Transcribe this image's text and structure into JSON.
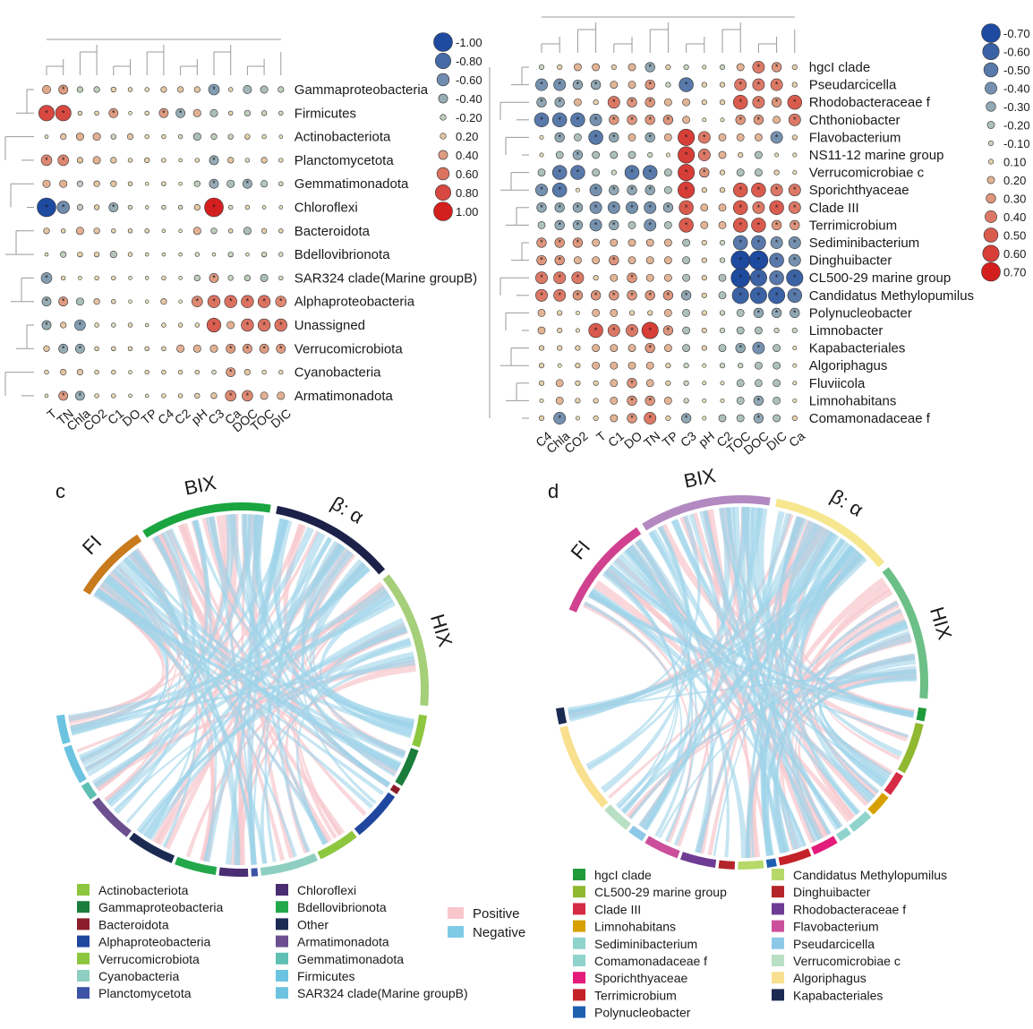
{
  "chart_data": [
    {
      "type": "heatmap",
      "panel": "a",
      "rows": [
        "Gammaproteobacteria",
        "Firmicutes",
        "Actinobacteriota",
        "Planctomycetota",
        "Gemmatimonadota",
        "Chloroflexi",
        "Bacteroidota",
        "Bdellovibrionota",
        "SAR324 clade(Marine groupB)",
        "Alphaproteobacteria",
        "Unassigned",
        "Verrucomicrobiota",
        "Cyanobacteria",
        "Armatimonadota"
      ],
      "columns": [
        "T",
        "TN",
        "Chla",
        "CO2",
        "C1",
        "DO",
        "TP",
        "C4",
        "C2",
        "pH",
        "C3",
        "Ca",
        "DOC",
        "TOC",
        "DIC"
      ],
      "values": [
        [
          0.35,
          0.4,
          -0.2,
          -0.2,
          0.15,
          0.1,
          0.1,
          0.2,
          0.2,
          0.2,
          -0.5,
          0.1,
          -0.35,
          -0.3,
          -0.2
        ],
        [
          0.8,
          0.8,
          0.1,
          0.1,
          0.4,
          0.05,
          0.1,
          0.4,
          -0.4,
          0.3,
          -0.3,
          0.1,
          -0.2,
          -0.15,
          -0.1
        ],
        [
          0.05,
          0.2,
          0.3,
          0.3,
          -0.15,
          0.2,
          0.1,
          0.1,
          -0.1,
          -0.3,
          -0.2,
          -0.15,
          0.15,
          0.1,
          0.05
        ],
        [
          0.5,
          0.5,
          0.2,
          0.3,
          0.2,
          0.1,
          0.15,
          0.1,
          0.05,
          0.1,
          -0.4,
          0.2,
          -0.1,
          0.2,
          0.1
        ],
        [
          0.3,
          0.3,
          -0.2,
          0.2,
          0.2,
          0.1,
          0.05,
          0.1,
          0.05,
          -0.2,
          -0.4,
          -0.3,
          -0.4,
          -0.25,
          -0.1
        ],
        [
          -1.0,
          -0.6,
          -0.2,
          0.15,
          -0.4,
          -0.1,
          0.05,
          -0.1,
          -0.1,
          0.2,
          1.0,
          -0.1,
          0.1,
          0.05,
          0.05
        ],
        [
          0.2,
          0.1,
          0.3,
          0.2,
          0.1,
          0.1,
          0.1,
          0.05,
          0.05,
          0.3,
          -0.2,
          0.1,
          -0.3,
          0.15,
          0.1
        ],
        [
          0.05,
          -0.2,
          0.15,
          0.15,
          -0.25,
          0.1,
          0.05,
          0.05,
          0.05,
          -0.1,
          0.05,
          -0.15,
          0.05,
          -0.15,
          -0.1
        ],
        [
          -0.5,
          0.1,
          0.05,
          0.1,
          0.1,
          0.05,
          0.05,
          0.1,
          0.05,
          -0.2,
          0.4,
          -0.15,
          -0.2,
          -0.3,
          -0.1
        ],
        [
          -0.4,
          0.4,
          -0.3,
          0.2,
          0.1,
          0.05,
          0.05,
          0.2,
          0.05,
          0.5,
          0.6,
          0.6,
          0.6,
          0.6,
          0.5
        ],
        [
          -0.4,
          0.2,
          -0.5,
          0.1,
          -0.1,
          0.1,
          0.05,
          0.1,
          0.1,
          0.1,
          0.7,
          0.3,
          0.6,
          0.6,
          0.6
        ],
        [
          0.2,
          -0.4,
          -0.4,
          0.1,
          0.1,
          0.1,
          0.1,
          0.1,
          0.3,
          0.3,
          0.3,
          0.4,
          0.4,
          0.4,
          0.4
        ],
        [
          0.1,
          0.2,
          0.2,
          0.1,
          0.1,
          0.05,
          0.1,
          0.1,
          0.1,
          0.1,
          -0.1,
          0.4,
          0.2,
          0.1,
          0.1
        ],
        [
          0.05,
          0.4,
          -0.4,
          0.1,
          0.1,
          0.05,
          0.05,
          0.1,
          0.1,
          0.15,
          0.2,
          0.5,
          0.5,
          0.3,
          0.3
        ]
      ],
      "legend": {
        "breaks": [
          "-1.00",
          "-0.80",
          "-0.60",
          "-0.40",
          "-0.20",
          "0.20",
          "0.40",
          "0.60",
          "0.80",
          "1.00"
        ],
        "range": [
          -1,
          1
        ]
      }
    },
    {
      "type": "heatmap",
      "panel": "b",
      "rows": [
        "hgcI clade",
        "Pseudarcicella",
        "Rhodobacteraceae f",
        "Chthoniobacter",
        "Flavobacterium",
        "NS11-12 marine group",
        "Verrucomicrobiae c",
        "Sporichthyaceae",
        "Clade III",
        "Terrimicrobium",
        "Sediminibacterium",
        "Dinghuibacter",
        "CL500-29 marine group",
        "Candidatus Methylopumilus",
        "Polynucleobacter",
        "Limnobacter",
        "Kapabacteriales",
        "Algoriphagus",
        "Fluviicola",
        "Limnohabitans",
        "Comamonadaceae f"
      ],
      "columns": [
        "C4",
        "Chla",
        "CO2",
        "T",
        "C1",
        "DO",
        "TN",
        "TP",
        "C3",
        "pH",
        "C2",
        "TOC",
        "DOC",
        "DIC",
        "Ca"
      ],
      "values": [
        [
          -0.1,
          0.1,
          0.2,
          0.2,
          0.1,
          0.2,
          -0.3,
          0.1,
          -0.1,
          0.05,
          -0.1,
          0.2,
          0.4,
          0.3,
          0.1
        ],
        [
          -0.4,
          -0.4,
          -0.3,
          -0.3,
          0.2,
          0.2,
          0.3,
          -0.1,
          -0.5,
          0.1,
          0.1,
          0.4,
          0.4,
          0.4,
          0.1
        ],
        [
          -0.3,
          -0.3,
          0.2,
          0.1,
          0.4,
          0.3,
          0.3,
          0.2,
          0.2,
          0.1,
          0.1,
          0.5,
          0.4,
          0.3,
          0.5
        ],
        [
          -0.5,
          -0.5,
          -0.5,
          -0.4,
          0.3,
          0.3,
          0.3,
          0.3,
          0.2,
          0.05,
          0.05,
          0.3,
          0.3,
          0.2,
          0.4
        ],
        [
          0.05,
          -0.3,
          -0.2,
          -0.5,
          -0.3,
          0.2,
          -0.3,
          0.2,
          0.6,
          0.4,
          0.2,
          0.2,
          0.2,
          -0.4,
          0.1
        ],
        [
          0.05,
          -0.2,
          -0.3,
          -0.2,
          -0.2,
          -0.2,
          -0.1,
          0.05,
          0.6,
          0.4,
          0.2,
          0.1,
          -0.2,
          0.05,
          0.05
        ],
        [
          -0.2,
          -0.5,
          -0.5,
          -0.2,
          -0.1,
          -0.5,
          -0.5,
          -0.2,
          0.6,
          0.3,
          0.1,
          -0.2,
          -0.2,
          0.1,
          0.05
        ],
        [
          -0.4,
          -0.5,
          0.05,
          -0.4,
          -0.3,
          -0.3,
          -0.3,
          -0.2,
          0.6,
          0.1,
          0.1,
          0.5,
          0.5,
          0.4,
          0.4
        ],
        [
          -0.3,
          -0.3,
          -0.3,
          -0.4,
          -0.4,
          -0.4,
          -0.4,
          -0.3,
          0.5,
          0.2,
          0.2,
          0.5,
          0.4,
          0.5,
          0.4
        ],
        [
          -0.2,
          -0.3,
          -0.3,
          -0.4,
          -0.3,
          -0.2,
          -0.4,
          -0.2,
          0.5,
          0.2,
          0.2,
          0.5,
          0.5,
          0.3,
          0.3
        ],
        [
          0.3,
          0.3,
          0.3,
          0.2,
          0.2,
          0.2,
          0.2,
          0.2,
          -0.2,
          0.1,
          -0.1,
          -0.5,
          -0.5,
          -0.4,
          -0.4
        ],
        [
          0.3,
          0.3,
          0.2,
          0.2,
          0.3,
          0.2,
          0.2,
          0.2,
          -0.2,
          0.1,
          -0.1,
          -0.7,
          -0.7,
          -0.5,
          -0.4
        ],
        [
          0.4,
          0.4,
          0.4,
          0.1,
          0.2,
          0.3,
          0.2,
          0.2,
          -0.2,
          0.1,
          -0.2,
          -0.7,
          -0.6,
          -0.5,
          -0.6
        ],
        [
          0.4,
          0.4,
          0.3,
          0.3,
          0.3,
          0.3,
          0.3,
          0.3,
          -0.3,
          0.1,
          -0.2,
          -0.6,
          -0.6,
          -0.6,
          -0.5
        ],
        [
          0.2,
          0.1,
          0.05,
          0.2,
          0.2,
          0.1,
          0.1,
          0.2,
          -0.2,
          0.1,
          -0.1,
          -0.2,
          -0.3,
          -0.3,
          -0.3
        ],
        [
          0.2,
          0.1,
          0.05,
          0.5,
          0.4,
          0.4,
          0.6,
          0.3,
          -0.2,
          0.1,
          -0.1,
          -0.2,
          -0.2,
          -0.1,
          -0.1
        ],
        [
          0.1,
          0.1,
          0.1,
          0.2,
          0.2,
          0.2,
          0.3,
          0.2,
          -0.2,
          0.1,
          -0.2,
          -0.3,
          -0.4,
          -0.2,
          0.05
        ],
        [
          0.1,
          0.05,
          0.1,
          0.2,
          0.2,
          0.2,
          0.2,
          0.1,
          -0.1,
          0.05,
          -0.1,
          -0.1,
          -0.2,
          -0.2,
          0.05
        ],
        [
          0.1,
          0.2,
          0.1,
          0.1,
          0.2,
          0.3,
          0.2,
          0.1,
          -0.1,
          0.05,
          0.05,
          -0.2,
          -0.2,
          -0.2,
          0.05
        ],
        [
          0.05,
          0.2,
          0.1,
          0.1,
          0.2,
          0.3,
          0.3,
          0.2,
          -0.1,
          0.05,
          0.05,
          -0.2,
          -0.3,
          -0.2,
          0.05
        ],
        [
          0.1,
          -0.4,
          0.05,
          0.1,
          0.2,
          0.3,
          0.4,
          0.1,
          -0.3,
          0.05,
          -0.2,
          -0.2,
          -0.3,
          -0.2,
          0.1
        ]
      ],
      "legend": {
        "breaks": [
          "-0.70",
          "-0.60",
          "-0.50",
          "-0.40",
          "-0.30",
          "-0.20",
          "-0.10",
          "0.10",
          "0.20",
          "0.30",
          "0.40",
          "0.50",
          "0.60",
          "0.70"
        ],
        "range": [
          -0.7,
          0.7
        ]
      }
    },
    {
      "type": "chord",
      "panel": "c",
      "panel_label": "c",
      "top_sectors": [
        {
          "name": "FI",
          "label": "FI",
          "color": "#c87a1c",
          "start": 212,
          "end": 236
        },
        {
          "name": "BIX",
          "label": "BIX",
          "color": "#1aa540",
          "start": 238,
          "end": 279
        },
        {
          "name": "β: α",
          "label": "β: α",
          "color": "#1b2148",
          "start": 281,
          "end": 320
        },
        {
          "name": "HIX",
          "label": "HIX",
          "color": "#a5cf79",
          "start": 322,
          "end": 365
        }
      ],
      "bottom_sectors": [
        {
          "name": "Actinobacteriota",
          "color": "#8dc63f",
          "start": 8,
          "end": 18
        },
        {
          "name": "Gammaproteobacteria",
          "color": "#1a7d3c",
          "start": 19,
          "end": 31
        },
        {
          "name": "Bacteroidota",
          "color": "#8b1e2a",
          "start": 32,
          "end": 34
        },
        {
          "name": "Alphaproteobacteria",
          "color": "#1f47a0",
          "start": 35,
          "end": 51
        },
        {
          "name": "Verrucomicrobiota",
          "color": "#8dc63f",
          "start": 52,
          "end": 65
        },
        {
          "name": "Cyanobacteria",
          "color": "#8fcfc1",
          "start": 66,
          "end": 84
        },
        {
          "name": "Planctomycetota",
          "color": "#3d53a5",
          "start": 85,
          "end": 87
        },
        {
          "name": "Chloroflexi",
          "color": "#4a2d72",
          "start": 88,
          "end": 97
        },
        {
          "name": "Bdellovibrionota",
          "color": "#22a84a",
          "start": 98,
          "end": 111
        },
        {
          "name": "Other",
          "color": "#1b2a52",
          "start": 112,
          "end": 127
        },
        {
          "name": "Armatimonadota",
          "color": "#6b4f8f",
          "start": 128,
          "end": 143
        },
        {
          "name": "Gemmatimonadota",
          "color": "#5ebfb2",
          "start": 144,
          "end": 149
        },
        {
          "name": "Firmicutes",
          "color": "#6cc3e0",
          "start": 150,
          "end": 162
        },
        {
          "name": "SAR324 clade(Marine groupB)",
          "color": "#6cc3e0",
          "start": 163,
          "end": 172
        }
      ],
      "links": {
        "positive": 42,
        "negative": 70
      },
      "legend_columns": [
        [
          "Actinobacteriota",
          "Gammaproteobacteria",
          "Bacteroidota",
          "Alphaproteobacteria",
          "Verrucomicrobiota",
          "Cyanobacteria",
          "Planctomycetota"
        ],
        [
          "Chloroflexi",
          "Bdellovibrionota",
          "Other",
          "Armatimonadota",
          "Gemmatimonadota",
          "Firmicutes",
          "SAR324 clade(Marine groupB)"
        ]
      ],
      "sign_legend": [
        "Positive",
        "Negative"
      ]
    },
    {
      "type": "chord",
      "panel": "d",
      "panel_label": "d",
      "top_sectors": [
        {
          "name": "FI",
          "label": "FI",
          "color": "#d0418f",
          "start": 203,
          "end": 236
        },
        {
          "name": "BIX",
          "label": "BIX",
          "color": "#b389c1",
          "start": 238,
          "end": 279
        },
        {
          "name": "β: α",
          "label": "β: α",
          "color": "#f6e68e",
          "start": 281,
          "end": 320
        },
        {
          "name": "HIX",
          "label": "HIX",
          "color": "#6cbf86",
          "start": 322,
          "end": 365
        }
      ],
      "bottom_sectors": [
        {
          "name": "hgcI clade",
          "color": "#1f9a3a",
          "start": 8,
          "end": 12
        },
        {
          "name": "CL500-29 marine group",
          "color": "#90b830",
          "start": 13,
          "end": 29
        },
        {
          "name": "Clade III",
          "color": "#d52b45",
          "start": 30,
          "end": 37
        },
        {
          "name": "Limnohabitans",
          "color": "#d6a000",
          "start": 38,
          "end": 45
        },
        {
          "name": "Sediminibacterium",
          "color": "#8fd3cc",
          "start": 46,
          "end": 53
        },
        {
          "name": "Comamonadaceae f",
          "color": "#8fd3cc",
          "start": 54,
          "end": 58
        },
        {
          "name": "Sporichthyaceae",
          "color": "#e31b7b",
          "start": 59,
          "end": 67
        },
        {
          "name": "Terrimicrobium",
          "color": "#c52128",
          "start": 68,
          "end": 78
        },
        {
          "name": "Polynucleobacter",
          "color": "#1f5fb0",
          "start": 79,
          "end": 82
        },
        {
          "name": "Candidatus Methylopumilus",
          "color": "#b6d96a",
          "start": 83,
          "end": 91
        },
        {
          "name": "Dinghuibacter",
          "color": "#b3252a",
          "start": 92,
          "end": 97
        },
        {
          "name": "Rhodobacteraceae f",
          "color": "#6e3c93",
          "start": 98,
          "end": 109
        },
        {
          "name": "Flavobacterium",
          "color": "#cc4f9b",
          "start": 110,
          "end": 121
        },
        {
          "name": "Pseudarcicella",
          "color": "#8ec8e8",
          "start": 122,
          "end": 127
        },
        {
          "name": "Verrucomicrobiae c",
          "color": "#b9dfc4",
          "start": 128,
          "end": 137
        },
        {
          "name": "Algoriphagus",
          "color": "#f9e08f",
          "start": 138,
          "end": 166
        },
        {
          "name": "Kapabacteriales",
          "color": "#1b2a52",
          "start": 167,
          "end": 172
        }
      ],
      "links": {
        "positive": 40,
        "negative": 80
      },
      "legend_columns": [
        [
          "hgcI clade",
          "CL500-29 marine group",
          "Clade III",
          "Limnohabitans",
          "Sediminibacterium",
          "Comamonadaceae f",
          "Sporichthyaceae",
          "Terrimicrobium",
          "Polynucleobacter"
        ],
        [
          "Candidatus Methylopumilus",
          "Dinghuibacter",
          "Rhodobacteraceae f",
          "Flavobacterium",
          "Pseudarcicella",
          "Verrucomicrobiae c",
          "Algoriphagus",
          "Kapabacteriales"
        ]
      ]
    }
  ],
  "colors": {
    "positive_link": "#f7c9cf",
    "negative_link": "#9fd3ea",
    "positive_swatch": "#f9c6cc",
    "negative_swatch": "#7ecbe6",
    "blue_end": "#1e4aa0",
    "red_end": "#d3201f",
    "neutral": "#e8efc4"
  }
}
